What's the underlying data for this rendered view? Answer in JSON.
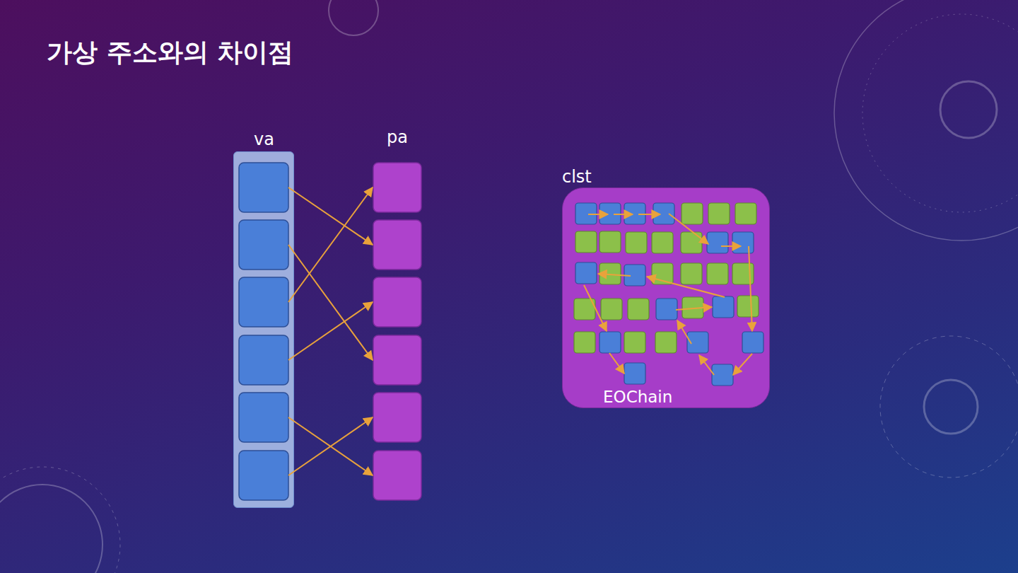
{
  "diagram": {
    "title": "가상 주소와의 차이점",
    "nodes": [
      {
        "text": [
          "va"
        ]
      },
      {
        "text": [
          "clst"
        ]
      }
    ],
    "labels": [
      "pa",
      "EOChain"
    ]
  }
}
